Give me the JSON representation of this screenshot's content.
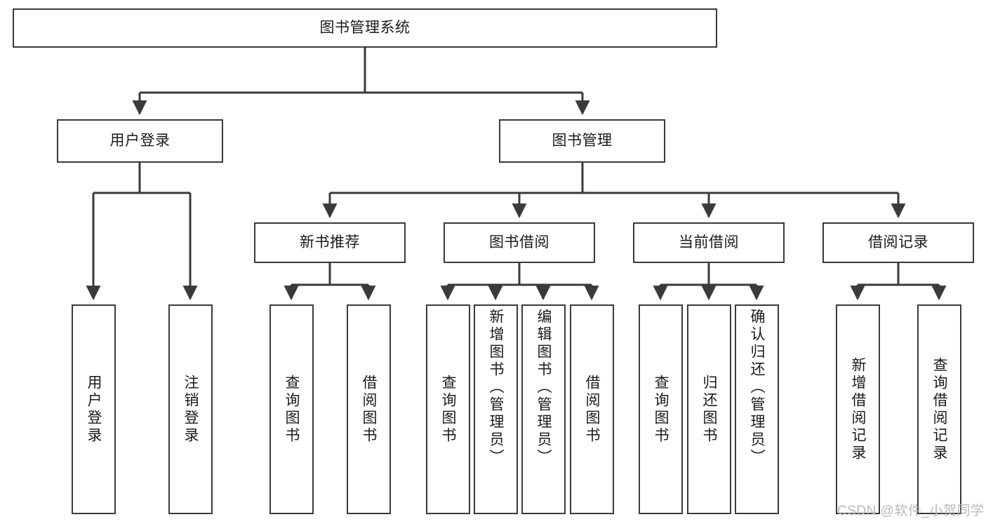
{
  "diagram": {
    "title": "图书管理系统",
    "root": {
      "label": "图书管理系统"
    },
    "level2": [
      {
        "label": "用户登录"
      },
      {
        "label": "图书管理"
      }
    ],
    "level3": [
      {
        "label": "新书推荐"
      },
      {
        "label": "图书借阅"
      },
      {
        "label": "当前借阅"
      },
      {
        "label": "借阅记录"
      }
    ],
    "leaves": [
      {
        "label": "用户登录",
        "parent": "用户登录"
      },
      {
        "label": "注销登录",
        "parent": "用户登录"
      },
      {
        "label": "查询图书",
        "parent": "新书推荐"
      },
      {
        "label": "借阅图书",
        "parent": "新书推荐"
      },
      {
        "label": "查询图书",
        "parent": "图书借阅"
      },
      {
        "label": "新增图书（管理员）",
        "parent": "图书借阅"
      },
      {
        "label": "编辑图书（管理员）",
        "parent": "图书借阅"
      },
      {
        "label": "借阅图书",
        "parent": "图书借阅"
      },
      {
        "label": "查询图书",
        "parent": "当前借阅"
      },
      {
        "label": "归还图书",
        "parent": "当前借阅"
      },
      {
        "label": "确认归还（管理员）",
        "parent": "当前借阅"
      },
      {
        "label": "新增借阅记录",
        "parent": "借阅记录"
      },
      {
        "label": "查询借阅记录",
        "parent": "借阅记录"
      }
    ],
    "watermark": "CSDN @软件_小贺同学",
    "colors": {
      "stroke": "#3a3a3a",
      "text": "#1a1a1a",
      "background": "#ffffff",
      "watermark": "#b9b9b9"
    }
  }
}
